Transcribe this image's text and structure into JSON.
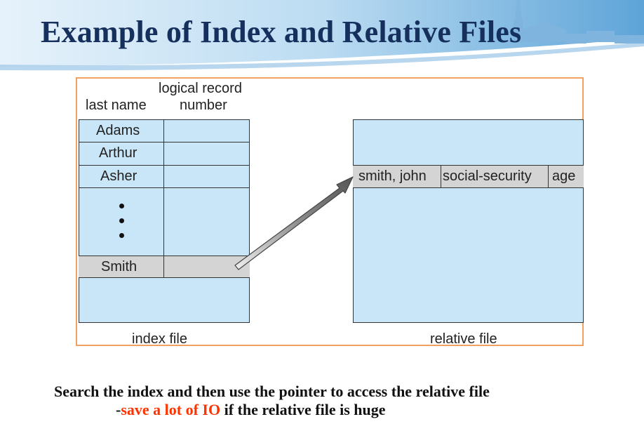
{
  "slide": {
    "title": "Example of Index and Relative Files"
  },
  "diagram": {
    "index_header_last_name": "last name",
    "index_header_logical_1": "logical record",
    "index_header_logical_2": "number",
    "index_entries": [
      "Adams",
      "Arthur",
      "Asher",
      "Smith"
    ],
    "index_caption": "index file",
    "relative_fields": [
      "smith, john",
      "social-security",
      "age"
    ],
    "relative_caption": "relative file"
  },
  "notes": {
    "line1": "Search the index and then use the pointer to access the relative file",
    "line2_prefix": "-",
    "line2_highlight": "save a lot of IO",
    "line2_suffix": " if the relative file is huge"
  },
  "colors": {
    "title": "#16305e",
    "highlight": "#ff3300",
    "cell_fill": "#c8e6f8",
    "row_fill": "#d4d4d4",
    "frame": "#f0a060"
  }
}
